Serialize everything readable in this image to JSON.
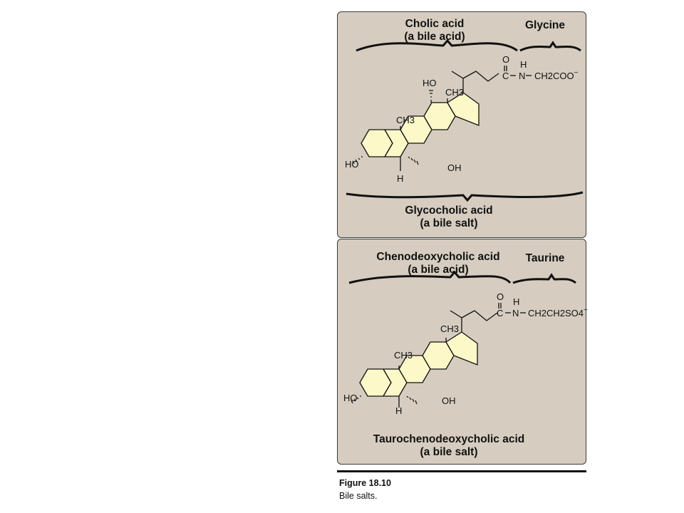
{
  "panel1": {
    "acid_name": "Cholic acid",
    "acid_type": "(a bile acid)",
    "amino_acid": "Glycine",
    "salt_name": "Glycocholic acid",
    "salt_type": "(a bile salt)",
    "side_chain": {
      "o": "O",
      "h": "H",
      "c": "C",
      "n": "N",
      "group": "CH2COO"
    },
    "substituents": {
      "ho_top": "HO",
      "ch3_upper": "CH3",
      "ch3_lower": "CH3",
      "ho_left": "HO",
      "oh_right": "OH",
      "h_bottom": "H"
    }
  },
  "panel2": {
    "acid_name": "Chenodeoxycholic acid",
    "acid_type": "(a bile acid)",
    "amino_acid": "Taurine",
    "salt_name": "Taurochenodeoxycholic acid",
    "salt_type": "(a bile salt)",
    "side_chain": {
      "o": "O",
      "h": "H",
      "c": "C",
      "n": "N",
      "group": "CH2CH2SO4"
    },
    "substituents": {
      "ch3_upper": "CH3",
      "ch3_lower": "CH3",
      "ho_left": "HO",
      "oh_right": "OH",
      "h_bottom": "H"
    }
  },
  "caption": {
    "title": "Figure 18.10",
    "text": "Bile salts."
  },
  "colors": {
    "panel_bg": "#d6cdc0",
    "ring_fill": "#fdf8c8",
    "ink": "#111111"
  }
}
